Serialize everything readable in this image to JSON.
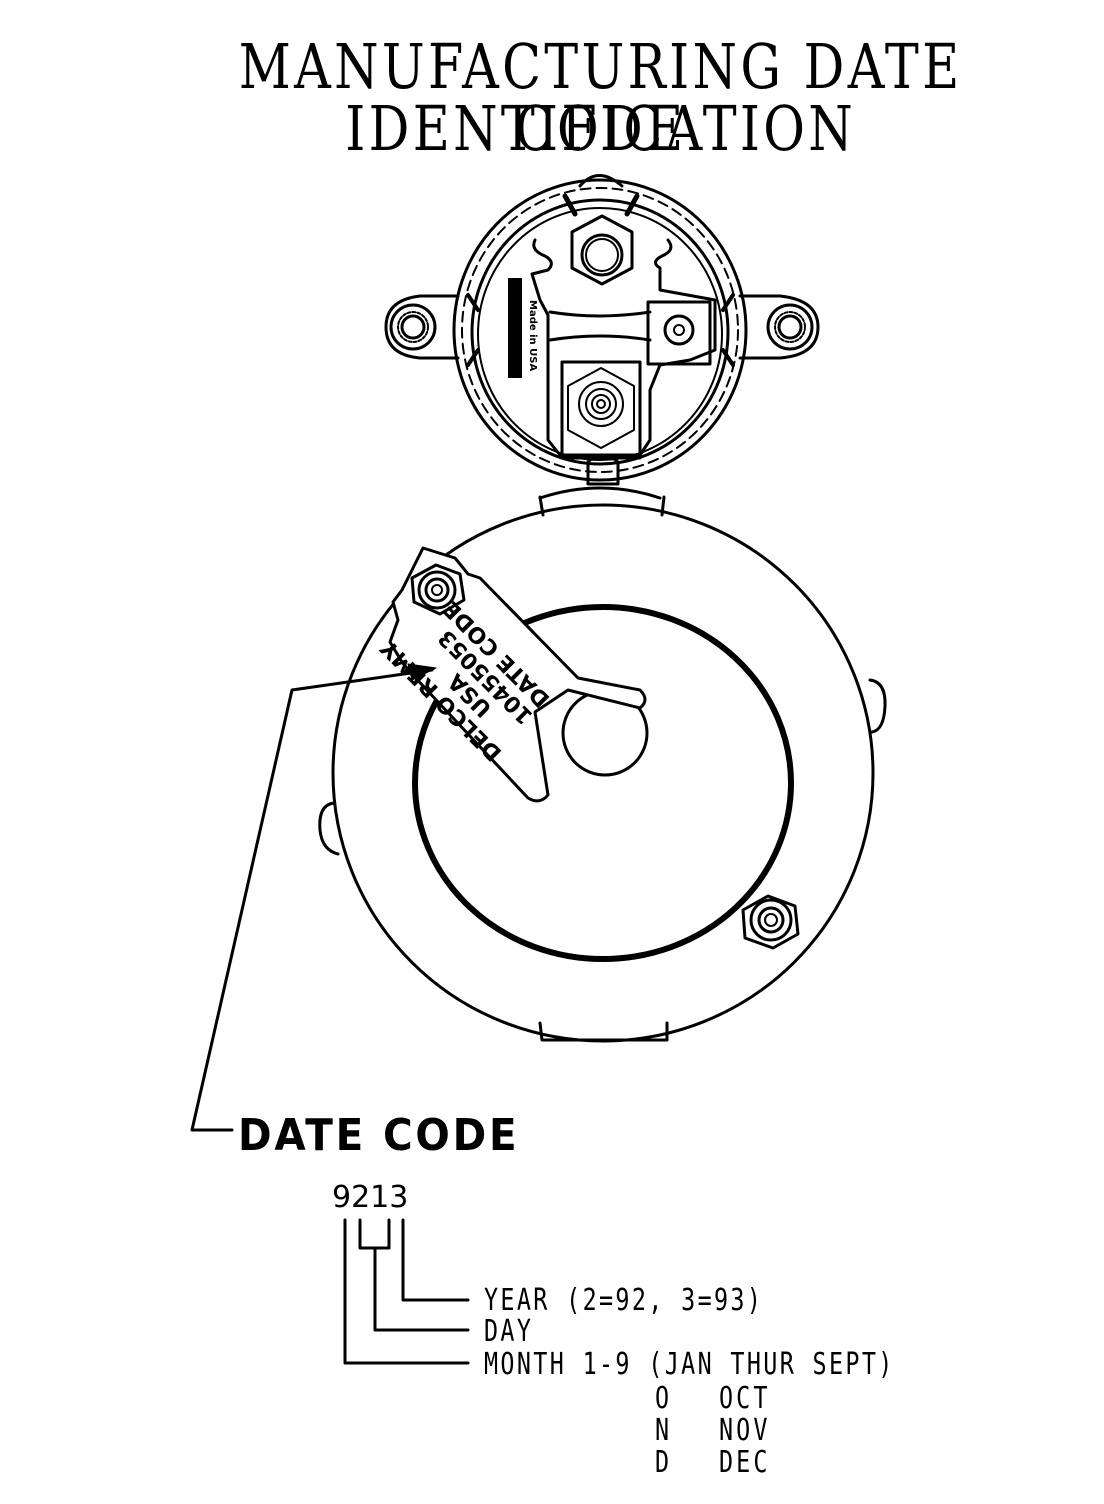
{
  "title": {
    "line1": "MANUFACTURING DATE CODE",
    "line2": "IDENTIFICATION"
  },
  "diagram": {
    "subject": "starter motor end view with solenoid",
    "tag": {
      "lines": [
        "DELCO REMY",
        "USA",
        "10455053",
        "DATE CODE"
      ]
    },
    "callout_label": "DATE CODE"
  },
  "date_code": {
    "example": "9213",
    "legend": {
      "year": "YEAR (2=92, 3=93)",
      "day": "DAY",
      "month": "MONTH 1-9 (JAN THUR SEPT)"
    },
    "month_codes": [
      {
        "code": "O",
        "month": "OCT"
      },
      {
        "code": "N",
        "month": "NOV"
      },
      {
        "code": "D",
        "month": "DEC"
      }
    ]
  }
}
